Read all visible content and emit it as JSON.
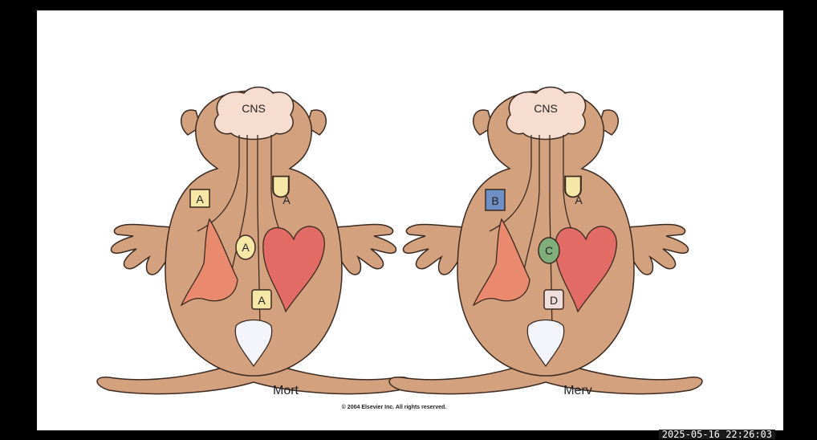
{
  "figure": {
    "figures": [
      {
        "name": "Mort",
        "cns_label": "CNS",
        "receptors": {
          "hand": "A",
          "gut": "A",
          "heart": "A",
          "bladder": "A"
        }
      },
      {
        "name": "Merv",
        "cns_label": "CNS",
        "receptors": {
          "hand": "B",
          "gut": "C",
          "heart": "A",
          "bladder": "D"
        }
      }
    ],
    "receptor_colors": {
      "A": "#f7e7a6",
      "B": "#6f90c4",
      "C": "#7fae78",
      "D": "#f0dedd"
    },
    "copyright": "© 2004 Elsevier Inc. All rights reserved."
  },
  "timestamp": "2025-05-16 22:26:03"
}
